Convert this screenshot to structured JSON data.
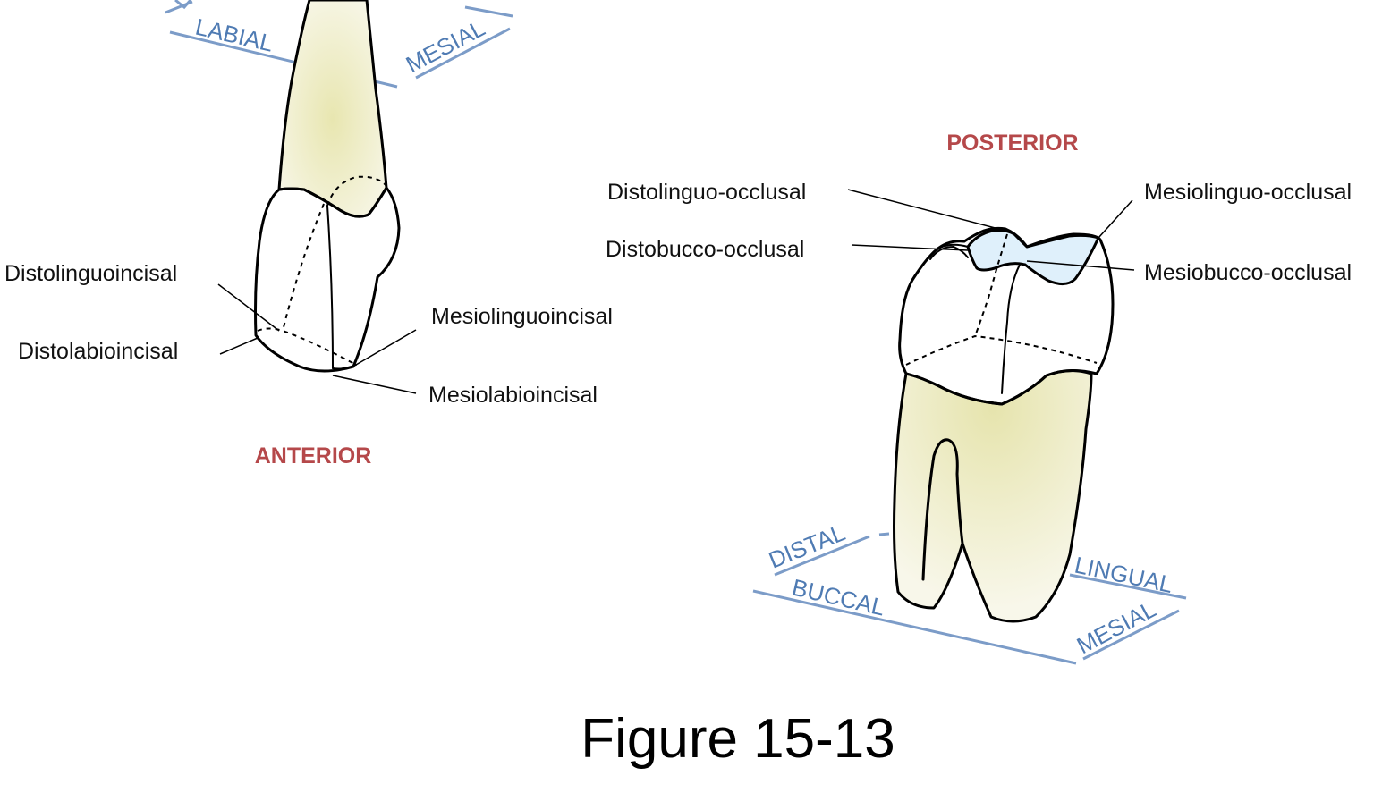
{
  "diagram": {
    "caption": "Figure 15-13",
    "colors": {
      "section_label": "#b5484a",
      "orientation_label": "#4f7bb3",
      "root_fill": "#ece9b8",
      "occlusal_fill": "#dff0fb"
    },
    "anterior": {
      "section_label": "ANTERIOR",
      "orientation": {
        "labial": "LABIAL",
        "mesial": "MESIAL"
      },
      "angles": {
        "distolinguoincisal": "Distolinguoincisal",
        "distolabioincisal": "Distolabioincisal",
        "mesiolinguoincisal": "Mesiolinguoincisal",
        "mesiolabioincisal": "Mesiolabioincisal"
      }
    },
    "posterior": {
      "section_label": "POSTERIOR",
      "orientation": {
        "distal": "DISTAL",
        "buccal": "BUCCAL",
        "lingual": "LINGUAL",
        "mesial": "MESIAL"
      },
      "angles": {
        "distolinguo_occlusal": "Distolinguo-occlusal",
        "distobucco_occlusal": "Distobucco-occlusal",
        "mesiolinguo_occlusal": "Mesiolinguo-occlusal",
        "mesiobucco_occlusal": "Mesiobucco-occlusal"
      }
    }
  }
}
